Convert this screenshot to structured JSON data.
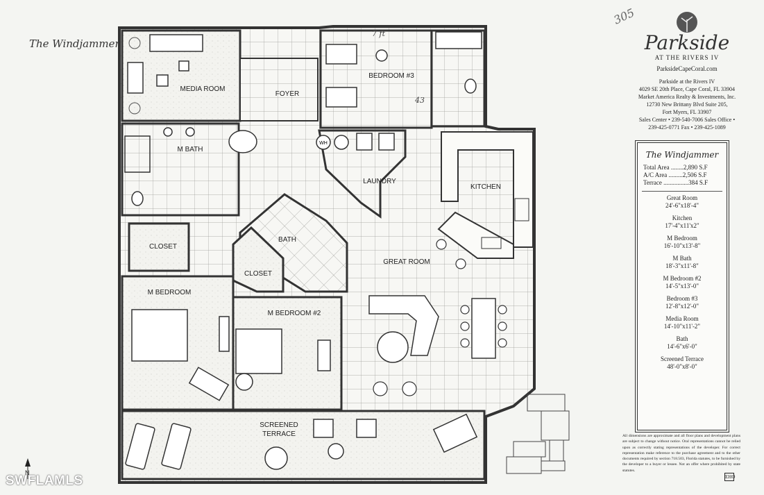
{
  "plan": {
    "title": "The Windjammer",
    "compass": "N",
    "rooms": [
      {
        "id": "media-room",
        "label": "MEDIA ROOM"
      },
      {
        "id": "foyer",
        "label": "FOYER"
      },
      {
        "id": "bedroom-3",
        "label": "BEDROOM #3"
      },
      {
        "id": "m-bath",
        "label": "M BATH"
      },
      {
        "id": "laundry",
        "label": "LAUNDRY"
      },
      {
        "id": "kitchen",
        "label": "KITCHEN"
      },
      {
        "id": "closet-1",
        "label": "CLOSET"
      },
      {
        "id": "bath",
        "label": "BATH"
      },
      {
        "id": "closet-2",
        "label": "CLOSET"
      },
      {
        "id": "great-room",
        "label": "GREAT ROOM"
      },
      {
        "id": "m-bedroom",
        "label": "M BEDROOM"
      },
      {
        "id": "m-bedroom-2",
        "label": "M BEDROOM #2"
      },
      {
        "id": "screened-terrace",
        "label": "SCREENED TERRACE"
      }
    ],
    "fixture_labels": {
      "water_heater": "WH"
    },
    "handwritten_notes": [
      "7 ft",
      "43"
    ]
  },
  "corner_note": "305",
  "branding": {
    "logo_name": "Parkside",
    "logo_sub": "AT THE RIVERS IV",
    "website": "ParksideCapeCoral.com",
    "address_lines": [
      "Parkside at the Rivers IV",
      "4029 SE 20th Place, Cape Coral, FL 33904",
      "Market America Realty & Investments, Inc.",
      "12730 New Brittany Blvd Suite 205,",
      "Fort Myers, FL 33907",
      "Sales Center • 239-540-7006   Sales Office •",
      "239-425-0771 Fax • 239-425-1089"
    ]
  },
  "spec_sheet": {
    "title": "The Windjammer",
    "areas": [
      {
        "label": "Total Area",
        "value": "2,890 S.F"
      },
      {
        "label": "A/C Area",
        "value": "2,506 S.F"
      },
      {
        "label": "Terrace",
        "value": "384 S.F"
      }
    ],
    "rooms": [
      {
        "name": "Great Room",
        "dims": "24'-6\"x18'-4\""
      },
      {
        "name": "Kitchen",
        "dims": "17'-4\"x11'x2\""
      },
      {
        "name": "M Bedroom",
        "dims": "16'-10\"x13'-8\""
      },
      {
        "name": "M Bath",
        "dims": "18'-3\"x11'-8\""
      },
      {
        "name": "M Bedroom #2",
        "dims": "14'-5\"x13'-0\""
      },
      {
        "name": "Bedroom #3",
        "dims": "12'-8\"x12'-0\""
      },
      {
        "name": "Media Room",
        "dims": "14'-10\"x11'-2\""
      },
      {
        "name": "Bath",
        "dims": "14'-6\"x6'-0\""
      },
      {
        "name": "Screened Terrace",
        "dims": "48'-0\"x8'-0\""
      }
    ]
  },
  "disclaimer": "All dimensions are approximate and all floor plans and development plans are subject to change without notice. Oral representations cannot be relied upon as correctly stating representations of the developer. For correct representation make reference to the purchase agreement and to the other documents required by section 718.503, Florida statutes, to be furnished by the developer to a buyer or lessee. Not an offer where prohibited by state statutes.",
  "eho_label": "EHO",
  "watermark": "SWFLAMLS"
}
